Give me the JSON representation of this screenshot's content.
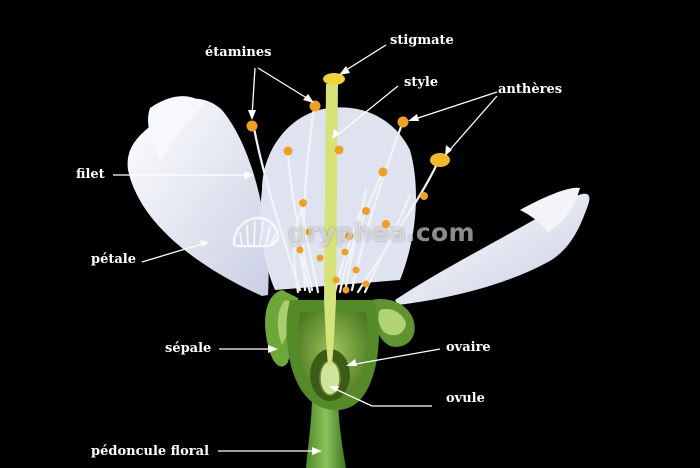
{
  "labels": {
    "etamines": "étamines",
    "stigmate": "stigmate",
    "style": "style",
    "antheres": "anthères",
    "filet": "filet",
    "petale": "pétale",
    "sepale": "sépale",
    "ovaire": "ovaire",
    "ovule": "ovule",
    "pedoncule": "pédoncule floral"
  },
  "watermark": {
    "text": "gryphea.com",
    "icon": "shell-logo-icon"
  },
  "colors": {
    "background": "#000000",
    "petal": "#eef0f8",
    "anther": "#f0a020",
    "style": "#d6e27a",
    "sepal": "#6fa63a",
    "label_line": "#ffffff"
  }
}
